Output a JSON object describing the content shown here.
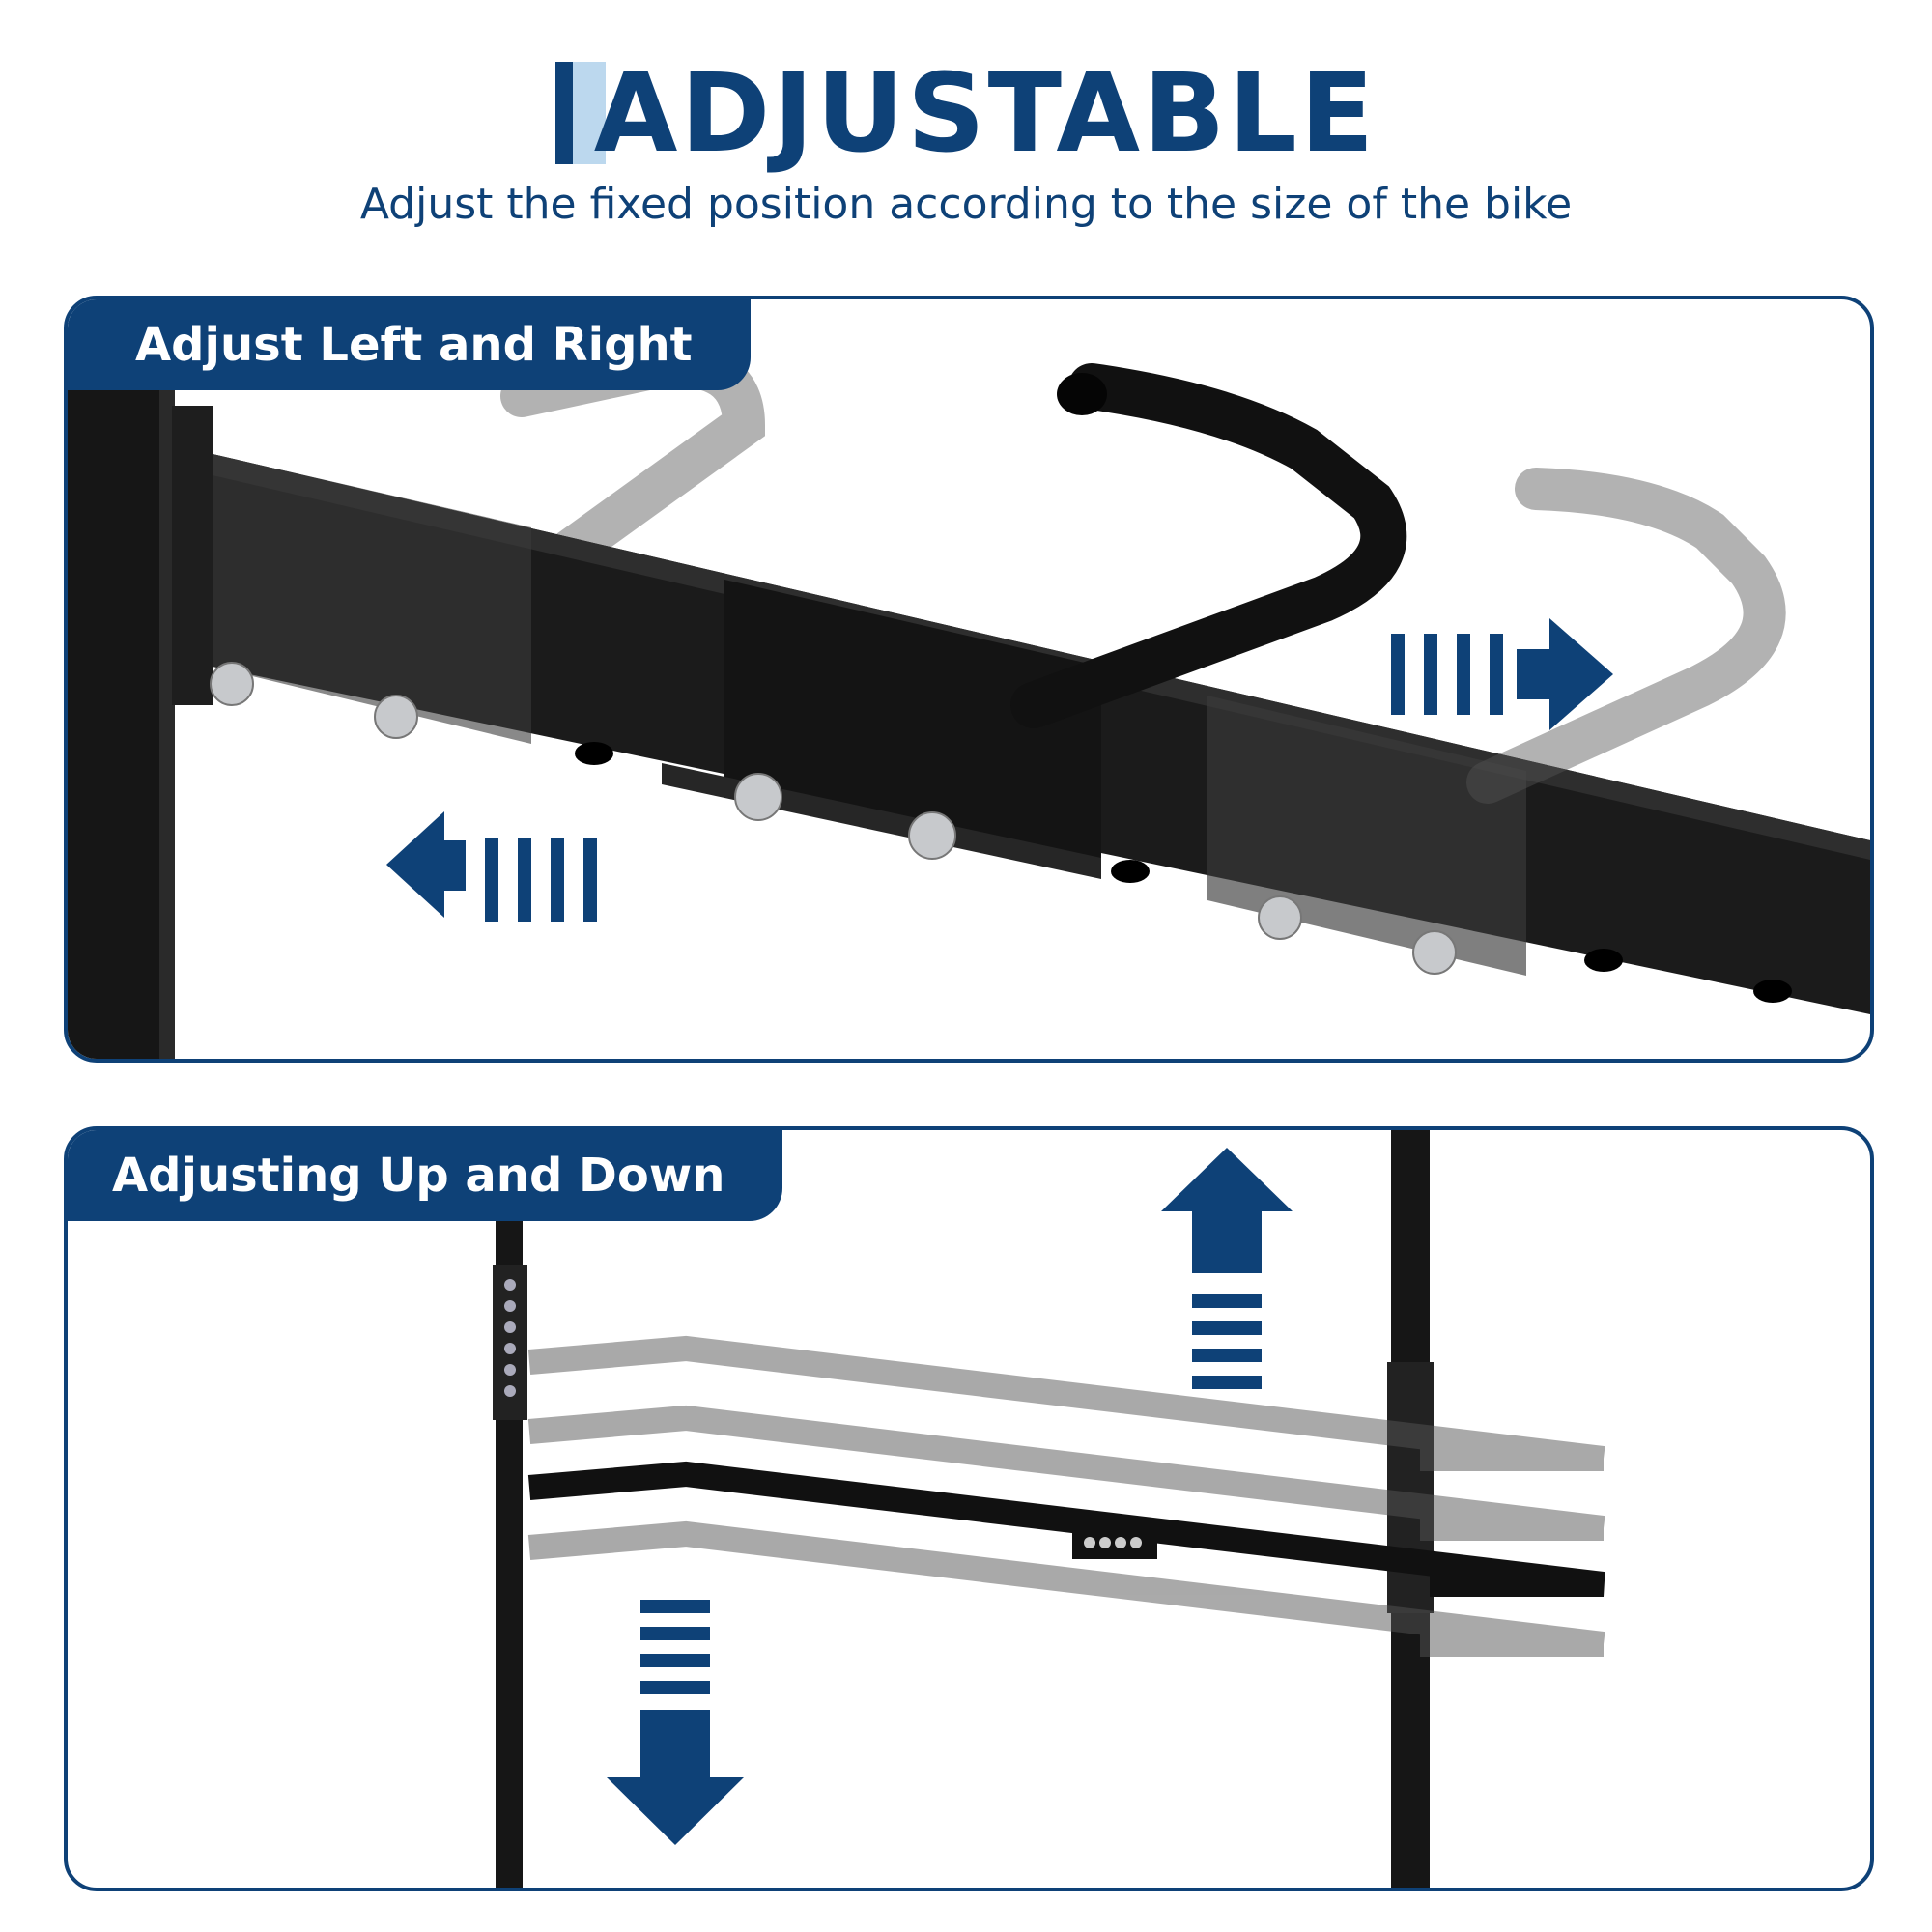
{
  "header": {
    "title": "ADJUSTABLE",
    "subtitle": "Adjust the fixed position according to the size of the bike"
  },
  "panels": [
    {
      "label": "Adjust Left and Right"
    },
    {
      "label": "Adjusting Up and Down"
    }
  ],
  "colors": {
    "primary": "#0e4177",
    "accent_light": "#bcd8ee",
    "steel": "#1a1a1a",
    "ghost_steel": "#9a9a9a"
  },
  "icons": [
    "arrow-left-icon",
    "arrow-right-icon",
    "arrow-up-icon",
    "arrow-down-icon"
  ]
}
